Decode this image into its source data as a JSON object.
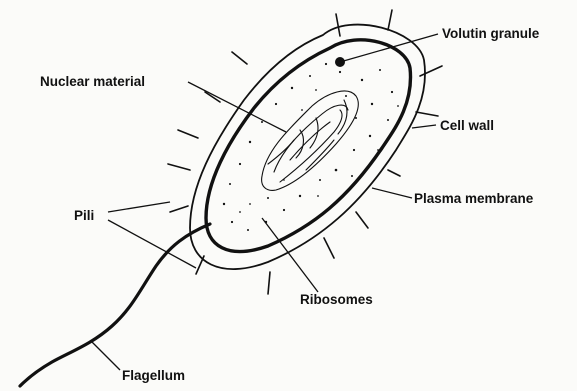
{
  "diagram": {
    "labels": {
      "volutin_granule": "Volutin granule",
      "nuclear_material": "Nuclear material",
      "cell_wall": "Cell wall",
      "plasma_membrane": "Plasma membrane",
      "pili": "Pili",
      "ribosomes": "Ribosomes",
      "flagellum": "Flagellum"
    },
    "colors": {
      "ink": "#111111",
      "paper": "#fbfbf9"
    }
  }
}
